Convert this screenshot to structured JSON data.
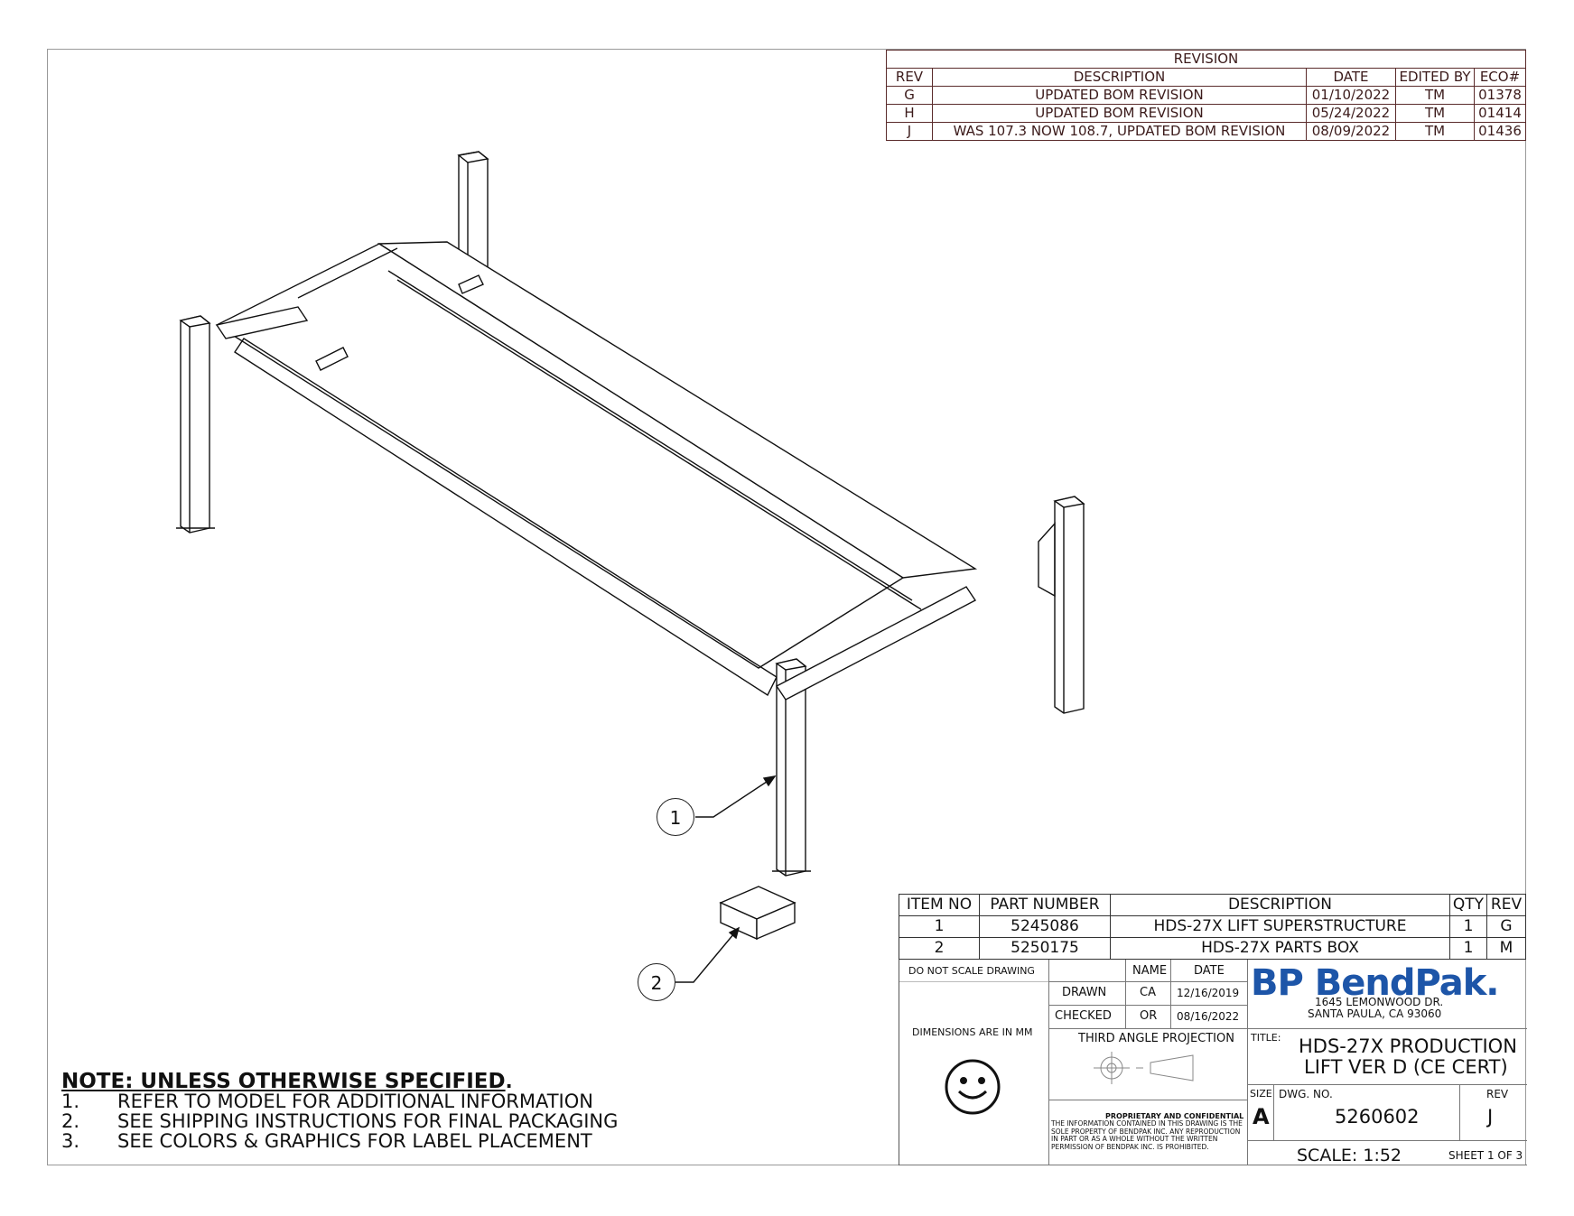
{
  "revision_table": {
    "title": "REVISION",
    "headers": [
      "REV",
      "DESCRIPTION",
      "DATE",
      "EDITED BY",
      "ECO#"
    ],
    "rows": [
      [
        "G",
        "UPDATED BOM REVISION",
        "01/10/2022",
        "TM",
        "01378"
      ],
      [
        "H",
        "UPDATED BOM REVISION",
        "05/24/2022",
        "TM",
        "01414"
      ],
      [
        "J",
        "WAS 107.3 NOW 108.7, UPDATED BOM REVISION",
        "08/09/2022",
        "TM",
        "01436"
      ]
    ]
  },
  "callouts": [
    "1",
    "2"
  ],
  "bom": {
    "headers": [
      "ITEM NO",
      "PART NUMBER",
      "DESCRIPTION",
      "QTY",
      "REV"
    ],
    "rows": [
      [
        "1",
        "5245086",
        "HDS-27X LIFT SUPERSTRUCTURE",
        "1",
        "G"
      ],
      [
        "2",
        "5250175",
        "HDS-27X PARTS BOX",
        "1",
        "M"
      ]
    ]
  },
  "title_block": {
    "do_not_scale": "DO NOT SCALE DRAWING",
    "name_label": "NAME",
    "date_label": "DATE",
    "drawn_label": "DRAWN",
    "drawn_name": "CA",
    "drawn_date": "12/16/2019",
    "checked_label": "CHECKED",
    "checked_name": "OR",
    "checked_date": "08/16/2022",
    "dimensions_note": "DIMENSIONS ARE IN MM",
    "projection": "THIRD ANGLE PROJECTION",
    "proprietary_title": "PROPRIETARY AND CONFIDENTIAL",
    "proprietary_text": "THE INFORMATION CONTAINED IN THIS DRAWING IS THE SOLE PROPERTY OF BENDPAK INC. ANY REPRODUCTION IN PART OR AS A WHOLE WITHOUT THE WRITTEN PERMISSION OF BENDPAK INC. IS PROHIBITED.",
    "company_logo": "BP BendPak.",
    "address_line1": "1645 LEMONWOOD DR.",
    "address_line2": "SANTA PAULA, CA 93060",
    "title_label": "TITLE:",
    "title_line1": "HDS-27X PRODUCTION",
    "title_line2": "LIFT VER D (CE CERT)",
    "size_label": "SIZE",
    "size_value": "A",
    "dwg_label": "DWG.  NO.",
    "dwg_no": "5260602",
    "rev_label": "REV",
    "rev_value": "J",
    "scale": "SCALE: 1:52",
    "sheet": "SHEET 1 OF 3"
  },
  "notes": {
    "heading": "NOTE: UNLESS OTHERWISE SPECIFIED",
    "items": [
      {
        "num": "1.",
        "text": "REFER TO MODEL FOR ADDITIONAL INFORMATION"
      },
      {
        "num": "2.",
        "text": "SEE SHIPPING INSTRUCTIONS FOR FINAL PACKAGING"
      },
      {
        "num": "3.",
        "text": "SEE COLORS & GRAPHICS FOR LABEL PLACEMENT"
      }
    ]
  }
}
